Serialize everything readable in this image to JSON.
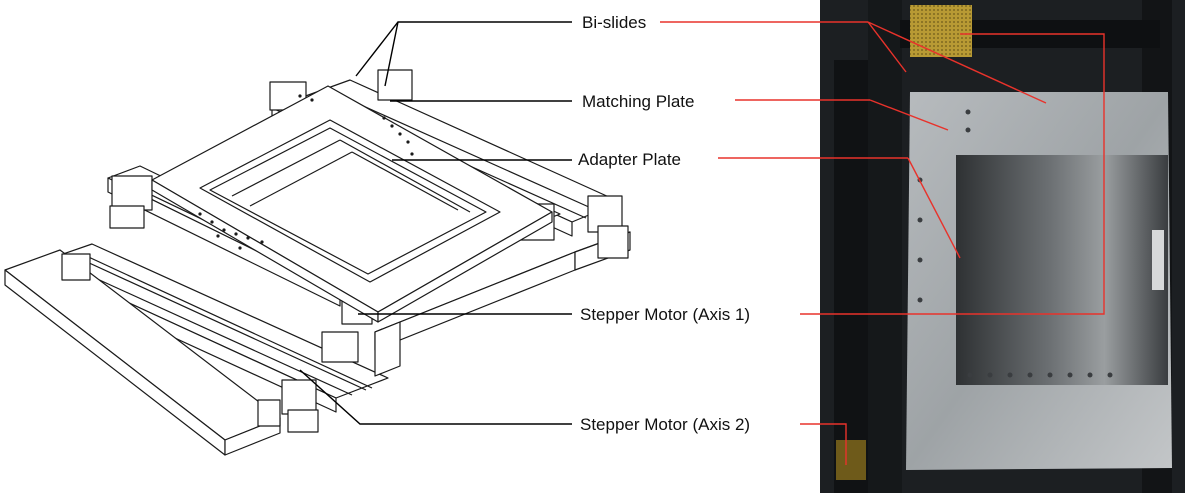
{
  "labels": {
    "bi_slides": "Bi-slides",
    "matching_plate": "Matching Plate",
    "adapter_plate": "Adapter Plate",
    "stepper_motor_axis1": "Stepper Motor (Axis 1)",
    "stepper_motor_axis2": "Stepper Motor (Axis 2)"
  },
  "colors": {
    "cad_line": "#1a1a1a",
    "leader_black": "#000000",
    "leader_red": "#e8322b",
    "photo_bg": "#1c1f22",
    "aluminum": "#a9adb0",
    "motor_yellow": "#c9a83a"
  }
}
